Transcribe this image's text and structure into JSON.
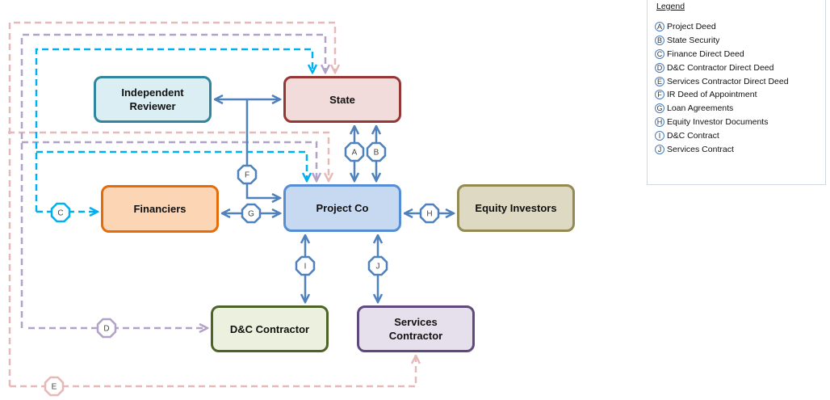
{
  "nodes": {
    "independent_reviewer": {
      "label": "Independent Reviewer",
      "fill": "#dbeef4",
      "border": "#31859c"
    },
    "state": {
      "label": "State",
      "fill": "#f2dcdb",
      "border": "#953735"
    },
    "financiers": {
      "label": "Financiers",
      "fill": "#fcd5b5",
      "border": "#e46c0a"
    },
    "project_co": {
      "label": "Project Co",
      "fill": "#c6d9f1",
      "border": "#558ed5"
    },
    "equity_investors": {
      "label": "Equity Investors",
      "fill": "#ddd9c3",
      "border": "#948a54"
    },
    "dc_contractor": {
      "label": "D&C Contractor",
      "fill": "#ebf1de",
      "border": "#4f6228"
    },
    "services_contractor": {
      "label": "Services Contractor",
      "fill": "#e5e0ec",
      "border": "#604a7b"
    }
  },
  "connector_labels": {
    "A": "A",
    "B": "B",
    "C": "C",
    "D": "D",
    "E": "E",
    "F": "F",
    "G": "G",
    "H": "H",
    "I": "I",
    "J": "J"
  },
  "colors": {
    "solid_line": "#4f81bd",
    "finance_dashed": "#00b0f0",
    "dc_dashed": "#b3a2c7",
    "services_dashed": "#e6b9b8"
  },
  "legend": {
    "title": "Legend",
    "items": [
      {
        "key": "A",
        "label": "Project Deed"
      },
      {
        "key": "B",
        "label": "State Security"
      },
      {
        "key": "C",
        "label": "Finance Direct Deed"
      },
      {
        "key": "D",
        "label": "D&C Contractor Direct Deed"
      },
      {
        "key": "E",
        "label": "Services Contractor Direct Deed"
      },
      {
        "key": "F",
        "label": "IR Deed of Appointment"
      },
      {
        "key": "G",
        "label": "Loan Agreements"
      },
      {
        "key": "H",
        "label": "Equity Investor Documents"
      },
      {
        "key": "I",
        "label": "D&C Contract"
      },
      {
        "key": "J",
        "label": "Services Contract"
      }
    ]
  }
}
